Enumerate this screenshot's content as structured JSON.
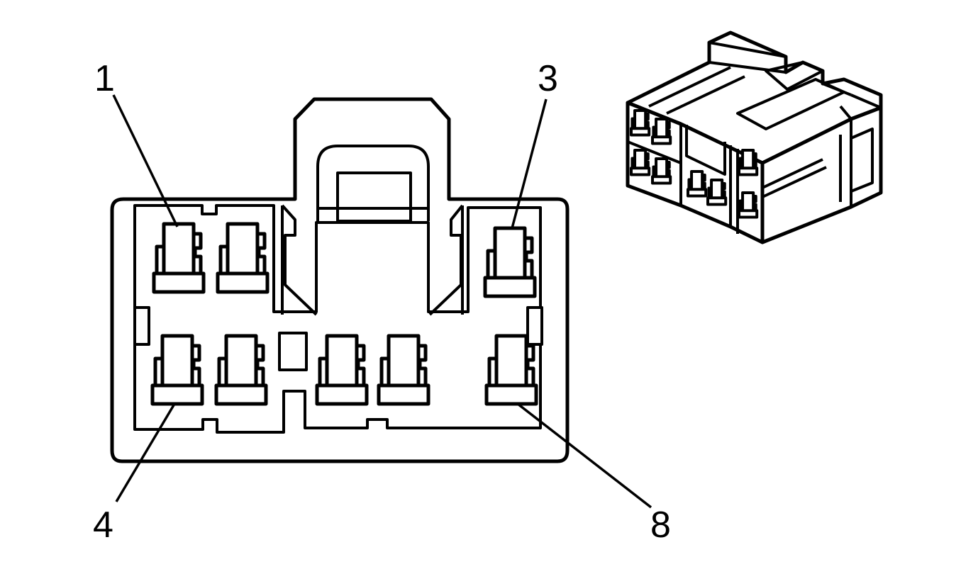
{
  "pin_labels": {
    "p1": "1",
    "p3": "3",
    "p4": "4",
    "p8": "8"
  },
  "colors": {
    "line": "#000000",
    "background": "#ffffff"
  }
}
